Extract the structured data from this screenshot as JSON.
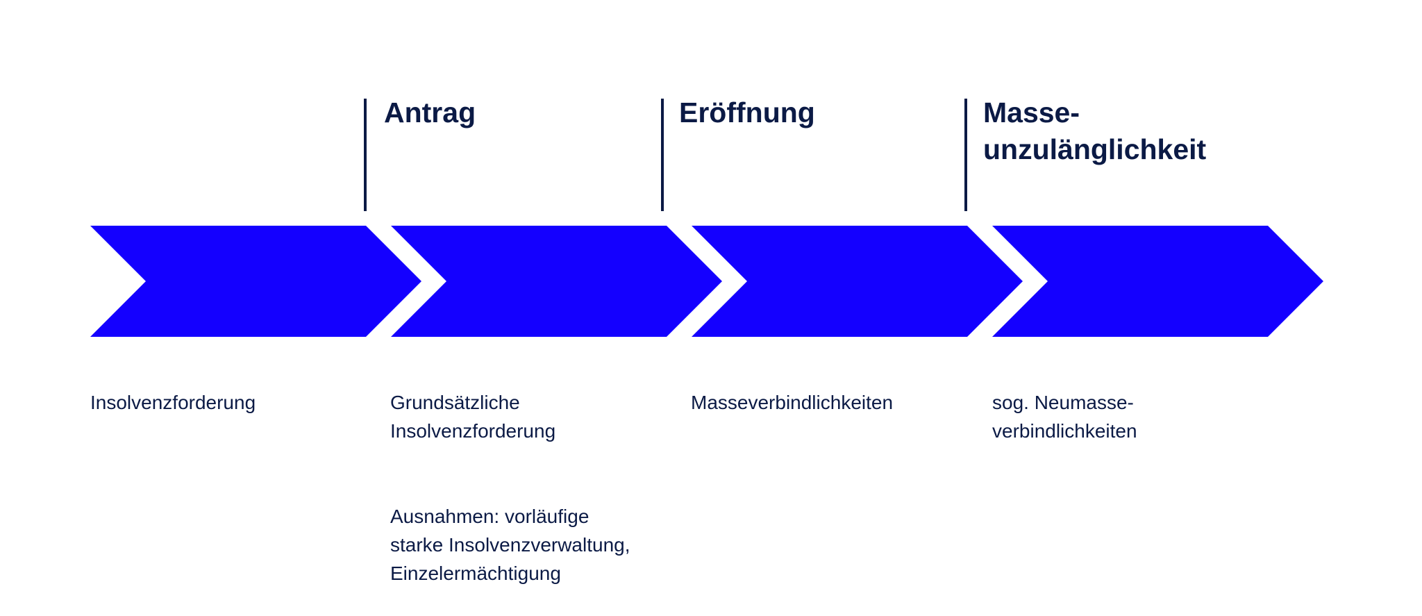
{
  "colors": {
    "arrow": "#1400ff",
    "text": "#0b1a45",
    "background": "#ffffff"
  },
  "milestones": [
    {
      "title": "Antrag"
    },
    {
      "title": "Eröffnung"
    },
    {
      "title": "Masse-\nunzulänglichkeit"
    }
  ],
  "stages": [
    {
      "lines": [
        "Insolvenzforderung"
      ]
    },
    {
      "lines": [
        "Grundsätzliche\nInsolvenzforderung",
        "Ausnahmen: vorläufige\nstarke Insolvenzverwaltung,\nEinzelermächtigung"
      ]
    },
    {
      "lines": [
        "Masseverbindlichkeiten"
      ]
    },
    {
      "lines": [
        "sog. Neumasse-\nverbindlichkeiten"
      ]
    }
  ]
}
